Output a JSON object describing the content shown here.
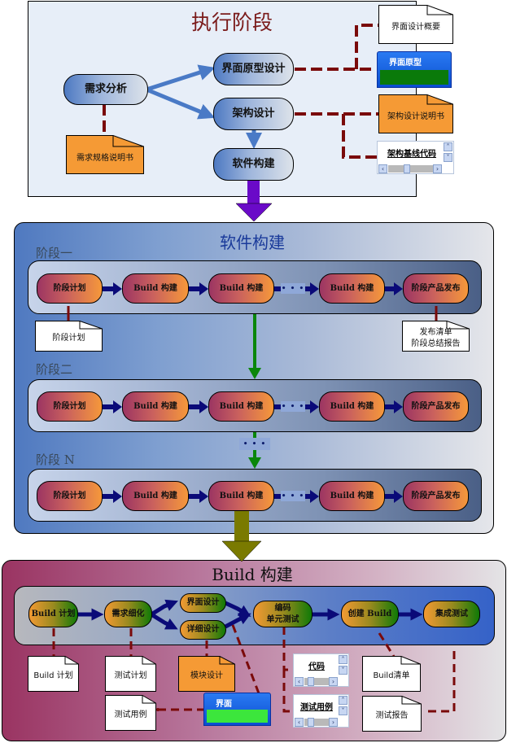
{
  "execution": {
    "title": "执行阶段",
    "nodes": {
      "requirements": "需求分析",
      "ui_prototype": "界面原型设计",
      "architecture": "架构设计",
      "software_build": "软件构建"
    },
    "docs": {
      "req_spec": "需求规格说明书",
      "ui_overview": "界面设计概要",
      "arch_spec": "架构设计说明书"
    },
    "ui_prototype_window": "界面原型",
    "arch_baseline_code": "架构基线代码"
  },
  "software_build": {
    "title": "软件构建",
    "stages": [
      {
        "label": "阶段一"
      },
      {
        "label": "阶段二"
      },
      {
        "label": "阶段 N"
      }
    ],
    "steps": [
      "阶段计划",
      "Build 构建",
      "Build 构建",
      "Build 构建",
      "阶段产品发布"
    ],
    "ellipsis": "• • •",
    "docs": {
      "stage_plan": "阶段计划",
      "release_line1": "发布清单",
      "release_line2": "阶段总结报告"
    }
  },
  "build": {
    "title": "Build 构建",
    "steps": {
      "plan": "Build 计划",
      "refine": "需求细化",
      "ui_design": "界面设计",
      "detail_design": "详细设计",
      "coding_line1": "编码",
      "coding_line2": "单元测试",
      "create_build": "创建 Build",
      "integration": "集成测试"
    },
    "docs": {
      "build_plan": "Build 计划",
      "test_plan": "测试计划",
      "module_design": "模块设计",
      "test_case": "测试用例",
      "build_list": "Build清单",
      "test_report": "测试报告"
    },
    "ui_window": "界面",
    "code_window": "代码",
    "testcase_window": "测试用例"
  },
  "colors": {
    "dash": "#7a0a0a",
    "flow_arrow": "#0a0a78",
    "blue_arrow": "#4a7ac6",
    "purple_arrow": "#6a0ac8",
    "green_arrow": "#0a860a",
    "olive_arrow": "#7a7a00"
  }
}
